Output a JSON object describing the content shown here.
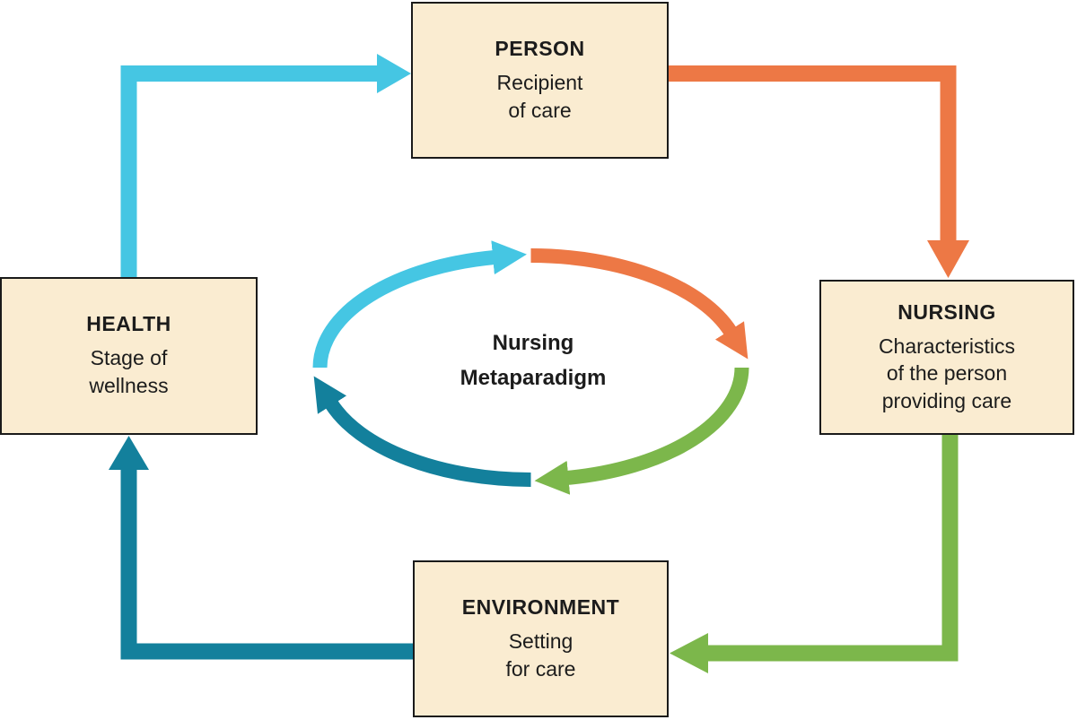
{
  "diagram": {
    "center_label": "Nursing\nMetaparadigm",
    "nodes": [
      {
        "id": "person",
        "title": "PERSON",
        "subtitle": "Recipient\nof care"
      },
      {
        "id": "nursing",
        "title": "NURSING",
        "subtitle": "Characteristics\nof the person\nproviding care"
      },
      {
        "id": "environment",
        "title": "ENVIRONMENT",
        "subtitle": "Setting\nfor care"
      },
      {
        "id": "health",
        "title": "HEALTH",
        "subtitle": "Stage of\nwellness"
      }
    ],
    "connections": [
      {
        "from": "HEALTH",
        "to": "PERSON",
        "color_name": "cyan"
      },
      {
        "from": "PERSON",
        "to": "NURSING",
        "color_name": "orange"
      },
      {
        "from": "NURSING",
        "to": "ENVIRONMENT",
        "color_name": "green"
      },
      {
        "from": "ENVIRONMENT",
        "to": "HEALTH",
        "color_name": "teal"
      }
    ],
    "colors": {
      "cyan": "#45c6e3",
      "orange": "#ed7845",
      "green": "#7cb74b",
      "teal": "#13809c",
      "box_fill": "#faecd1",
      "box_border": "#1a1a1a",
      "text": "#1c1c1c"
    }
  }
}
